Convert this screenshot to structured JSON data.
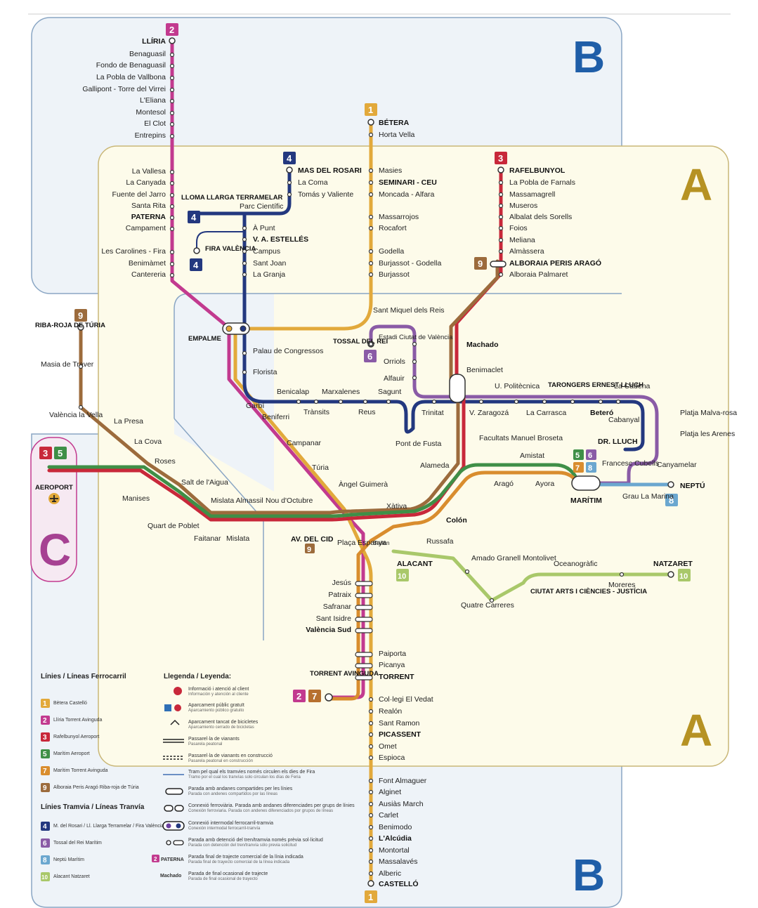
{
  "colors": {
    "l1": "#e2a93b",
    "l2": "#c23a8f",
    "l3": "#c8283a",
    "l4": "#23387f",
    "l5": "#3f8f47",
    "l6": "#8a5ba6",
    "l7": "#b7702f",
    "l8": "#6ba7cf",
    "l9": "#9c6b3c",
    "l10": "#a9c86a",
    "zoneA": "#fdfbea",
    "zoneB": "#eef3f8",
    "zoneC": "#f6e9f2"
  },
  "zones": {
    "b_top": "B",
    "a_top": "A",
    "a_bottom": "A",
    "b_bottom": "B",
    "c": "C"
  },
  "stations": {
    "lliria": "LLÍRIA",
    "benaguasil": "Benaguasil",
    "fondo": "Fondo de Benaguasil",
    "pobla_vallbona": "La Pobla de Vallbona",
    "gallipont": "Gallipont - Torre del Virrei",
    "eliana": "L'Eliana",
    "montesol": "Montesol",
    "elclot": "El Clot",
    "entrepins": "Entrepins",
    "vallesa": "La Vallesa",
    "canyada": "La Canyada",
    "fuente_jarro": "Fuente del Jarro",
    "santa_rita": "Santa Rita",
    "paterna": "PATERNA",
    "campament": "Campament",
    "carolines": "Les Carolines - Fira",
    "benimamet": "Benimàmet",
    "cantereria": "Cantereria",
    "betera": "BÉTERA",
    "horta_vella": "Horta Vella",
    "masies": "Masies",
    "seminari": "SEMINARI - CEU",
    "moncada": "Moncada - Alfara",
    "massarrojos": "Massarrojos",
    "rocafort": "Rocafort",
    "godella": "Godella",
    "burjassot_godella": "Burjassot - Godella",
    "burjassot": "Burjassot",
    "mas_rosari": "MAS DEL ROSARI",
    "la_coma": "La Coma",
    "tomas": "Tomás y Valiente",
    "lloma_llarga": "LLOMA LLARGA TERRAMELAR",
    "parc_cientific": "Parc Científic",
    "a_punt": "À Punt",
    "va_estelles": "V. A. ESTELLÉS",
    "fira_valencia": "FIRA VALÈNCIA",
    "campus": "Campus",
    "sant_joan": "Sant Joan",
    "la_granja": "La Granja",
    "rafelbunyol": "RAFELBUNYOL",
    "pobla_farnals": "La Pobla de Farnals",
    "massamagrell": "Massamagrell",
    "museros": "Museros",
    "albalat": "Albalat dels Sorells",
    "foios": "Foios",
    "meliana": "Meliana",
    "almassera": "Almàssera",
    "alboraia_peris": "ALBORAIA PERIS ARAGÓ",
    "alboraia_palmaret": "Alboraia Palmaret",
    "ribaroja": "RIBA-ROJA DE TÚRIA",
    "masia_traver": "Masia de Traver",
    "valencia_vella": "València la Vella",
    "la_presa": "La Presa",
    "la_cova": "La Cova",
    "roses": "Roses",
    "salt": "Salt de l'Aigua",
    "manises": "Manises",
    "aeroport": "AEROPORT",
    "quart": "Quart de Poblet",
    "faitanar": "Faitanar",
    "mislata_almassil": "Mislata Almassil",
    "mislata": "Mislata",
    "nou_octubre": "Nou d'Octubre",
    "av_cid": "AV. DEL CID",
    "empalme": "EMPALME",
    "palau": "Palau de Congressos",
    "florista": "Florista",
    "garbi": "Garbí",
    "beniferri": "Beniferri",
    "campanar": "Campanar",
    "turia": "Túria",
    "benicalap": "Benicalap",
    "transits": "Trànsits",
    "marxalenes": "Marxalenes",
    "reus": "Reus",
    "sagunt": "Sagunt",
    "pont_fusta": "Pont de Fusta",
    "tossal": "TOSSAL DEL REI",
    "sant_miquel": "Sant Miquel dels Reis",
    "estadi": "Estadi Ciutat de València",
    "orriols": "Orriols",
    "alfauir": "Alfauir",
    "machado": "Machado",
    "benimaclet": "Benimaclet",
    "trinitat": "Trinitat",
    "upolitecnica": "U. Politècnica",
    "vzaragoza": "V. Zaragozá",
    "tarongers": "TARONGERS ERNEST LLUCH",
    "carrasca": "La Carrasca",
    "cadena": "La Cadena",
    "betero": "Beteró",
    "cabanyal": "Cabanyal",
    "malvarosa": "Platja Malva-rosa",
    "arenes": "Platja les Arenes",
    "drlluch": "DR. LLUCH",
    "francesc": "Francesc Cubells",
    "canyamelar": "Canyamelar",
    "facultats": "Facultats Manuel Broseta",
    "amistat": "Amistat",
    "alameda": "Alameda",
    "arago": "Aragó",
    "ayora": "Ayora",
    "maritim": "MARÍTIM",
    "neptu": "NEPTÚ",
    "grau": "Grau La Marina",
    "angel": "Àngel Guimerà",
    "xativa": "Xàtiva",
    "colon": "Colón",
    "placa": "Plaça Espanya",
    "bailen": "Bailén",
    "russafa": "Russafa",
    "alacant": "ALACANT",
    "amado": "Amado Granell Montolivet",
    "quatre": "Quatre Carreres",
    "oceanografic": "Oceanogràfic",
    "natzaret": "NATZARET",
    "ciutat_arts": "CIUTAT ARTS I CIÈNCIES - JUSTÍCIA",
    "moreres": "Moreres",
    "jesus": "Jesús",
    "patraix": "Patraix",
    "safranar": "Safranar",
    "sant_isidre": "Sant Isidre",
    "valencia_sud": "València Sud",
    "paiporta": "Paiporta",
    "picanya": "Picanya",
    "torrent": "TORRENT",
    "torrent_avinguda": "TORRENT AVINGUDA",
    "colegi": "Col·legi El Vedat",
    "realon": "Realón",
    "sant_ramon": "Sant Ramon",
    "picassent": "PICASSENT",
    "omet": "Omet",
    "espioca": "Espioca",
    "font_almaguer": "Font Almaguer",
    "alginet": "Alginet",
    "ausias": "Ausiàs March",
    "carlet": "Carlet",
    "benimodo": "Benimodo",
    "alcudia": "L'Alcúdia",
    "montortal": "Montortal",
    "massalaves": "Massalavés",
    "alberic": "Alberic",
    "castello": "CASTELLÓ"
  },
  "legend_lines": {
    "title_fc": "Línies / Líneas Ferrocarril",
    "title_tr": "Línies Tramvia / Líneas Tranvía",
    "l1": "Bètera Castelló",
    "l2": "Llíria Torrent Avinguda",
    "l3": "Rafelbunyol Aeroport",
    "l5": "Marítim Aeroport",
    "l7": "Marítim Torrent Avinguda",
    "l9": "Alboraia Peris Aragó Riba-roja de Túria",
    "l4": "M. del Rosari / Ll. Llarga Terramelar / Fira València Dr. Lluch",
    "l6": "Tossal del Rei Marítim",
    "l8": "Neptú Marítim",
    "l10": "Alacant Natzaret"
  },
  "legend": {
    "title": "Llegenda / Leyenda:",
    "info": "Informació i atenció al client",
    "info_es": "Información y atención al cliente",
    "park": "Aparcament públic gratuït",
    "park_es": "Aparcamiento público gratuito",
    "bike": "Aparcament tancat de bicicletes",
    "bike_es": "Aparcamiento cerrado de bicicletas",
    "walk": "Passarel·la de vianants",
    "walk_es": "Pasarela peatonal",
    "walk_c": "Passarel·la de vianants en construcció",
    "walk_c_es": "Pasarela peatonal en construcción",
    "fair": "Tram pel qual els tramvies només circulen els dies de Fira",
    "fair_es": "Tramo por el cual los tranvías solo circulan los días de Feria",
    "shared": "Parada amb andanes compartides per les línies",
    "shared_es": "Parada con andenes compartidos por las líneas",
    "conn": "Connexió ferroviària. Parada amb andanes diferenciades per grups de línies",
    "conn_es": "Conexión ferroviaria. Parada con andenes diferenciados por grupos de líneas",
    "inter": "Connexió intermodal ferrocarril-tramvia",
    "inter_es": "Conexión intermodal ferrocarril-tranvía",
    "req": "Parada amb detenció del tren/tramvia només prèvia sol·licitud",
    "req_es": "Parada con detención del tren/tranvía sólo previa solicitud",
    "final": "Parada final de trajecte comercial de la línia indicada",
    "final_es": "Parada final de trayecto comercial de la línea indicada",
    "final_lbl": "PATERNA",
    "occ": "Parada de final ocasional de trajecte",
    "occ_es": "Parada de final ocasional de trayecto",
    "occ_lbl": "Machado"
  },
  "icons": {
    "info": "info-icon",
    "park": "parking-icon",
    "bike": "bike-icon",
    "plane": "plane-icon",
    "walk": "pedestrian-icon"
  }
}
